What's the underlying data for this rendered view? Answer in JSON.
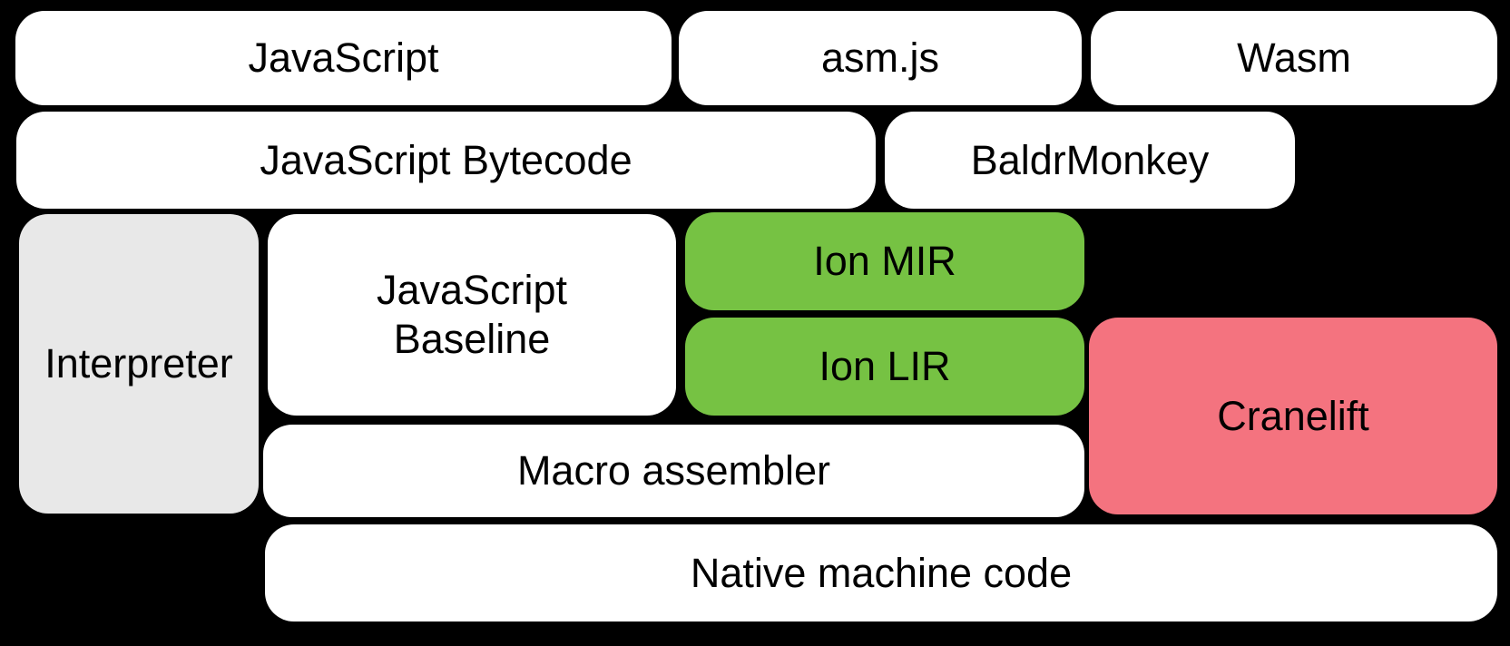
{
  "diagram": {
    "description": "Compiler pipeline diagram on black background",
    "background_color": "#000000",
    "text_color": "#000000",
    "colors": {
      "default_fill": "#ffffff",
      "interpreter_fill": "#e8e8e8",
      "ion_fill": "#76c243",
      "cranelift_fill": "#f4737f"
    },
    "boxes": {
      "javascript": {
        "label": "JavaScript"
      },
      "asmjs": {
        "label": "asm.js"
      },
      "wasm": {
        "label": "Wasm"
      },
      "bytecode": {
        "label": "JavaScript Bytecode"
      },
      "baldrmonkey": {
        "label": "BaldrMonkey"
      },
      "interpreter": {
        "label": "Interpreter"
      },
      "baseline": {
        "label": "JavaScript Baseline"
      },
      "ion_mir": {
        "label": "Ion MIR"
      },
      "ion_lir": {
        "label": "Ion LIR"
      },
      "cranelift": {
        "label": "Cranelift"
      },
      "macro_assembler": {
        "label": "Macro assembler"
      },
      "native": {
        "label": "Native machine code"
      }
    }
  }
}
